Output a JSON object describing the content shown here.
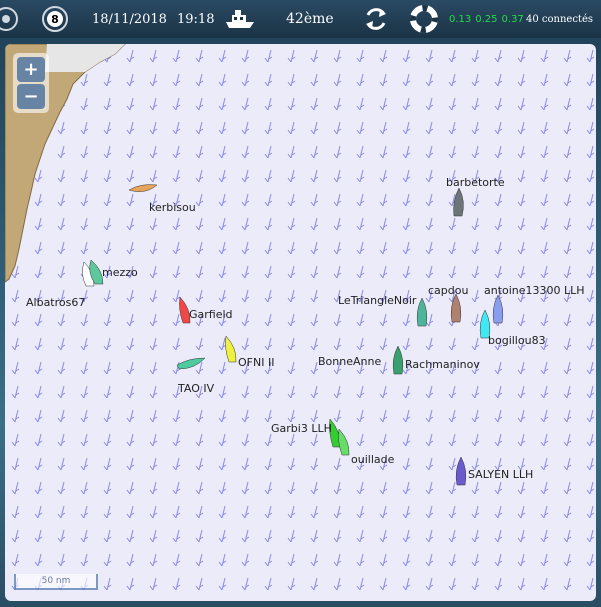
{
  "topbar": {
    "date": "18/11/2018",
    "time": "19:18",
    "rank": "42ème",
    "stat1": "0.13",
    "stat2": "0.25",
    "stat3": "0.37",
    "connected": "40 connectés",
    "wind_badge": "8",
    "icons": [
      "compass-icon",
      "gauge-icon",
      "boat-icon",
      "refresh-icon",
      "lifebuoy-icon"
    ]
  },
  "map": {
    "zoom_in": "+",
    "zoom_out": "−",
    "scale": "50 nm",
    "land_color": "#c2a877",
    "water_color": "#ebebfa",
    "arrow_color": "#8a8ae6"
  },
  "boats": [
    {
      "name": "kerbisou",
      "color": "#e8a45c"
    },
    {
      "name": "barbetorte",
      "color": "#6c7577"
    },
    {
      "name": "mezzo",
      "color": "#5ec79b"
    },
    {
      "name": "Albatros67",
      "color": "#ffffff"
    },
    {
      "name": "Garfield",
      "color": "#f04848"
    },
    {
      "name": "LeTriangleNoir",
      "color": "#4fb59a"
    },
    {
      "name": "capdou",
      "color": "#b08070"
    },
    {
      "name": "antoine13300 LLH",
      "color": "#8a9ef0"
    },
    {
      "name": "bogillou83",
      "color": "#3fe8f2"
    },
    {
      "name": "OFNI II",
      "color": "#f0f040"
    },
    {
      "name": "TAO IV",
      "color": "#4fc9a0"
    },
    {
      "name": "BonneAnne",
      "color": "#3aa070"
    },
    {
      "name": "Rachmaninov",
      "color": "#2f9a6e"
    },
    {
      "name": "Garbi3 LLH",
      "color": "#33cc33"
    },
    {
      "name": "ouillade",
      "color": "#66dd66"
    },
    {
      "name": "SALYEN LLH",
      "color": "#6a5acd"
    }
  ]
}
